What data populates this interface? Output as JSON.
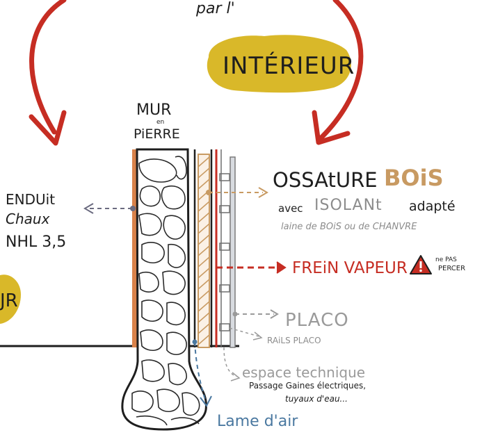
{
  "colors": {
    "arrow_red": "#c62d23",
    "highlight_yellow": "#d9b829",
    "bois_brown": "#c89a62",
    "isolant_gray": "#8c8c8c",
    "lame_blue": "#4a78a0",
    "ink": "#1e1e1e"
  },
  "top_label": "par l'",
  "interior_label": "INTÉRIEUR",
  "wall": {
    "title": "MUR",
    "title_small": "en",
    "title_2": "PiERRE"
  },
  "enduit": {
    "line1": "ENDUit",
    "line2": "Chaux",
    "line3": "NHL 3,5"
  },
  "ossature": {
    "word": "OSSAtURE",
    "bois": "BOiS",
    "avec": "avec",
    "isolant": "ISOLANt",
    "adapte": "adapté",
    "line3": "laine de BOiS ou de CHANVRE"
  },
  "frein": {
    "label": "FREiN VAPEUR",
    "warn_line1": "ne PAS",
    "warn_line2": "PERCER",
    "warning_icon": "warning-triangle"
  },
  "placo": {
    "label": "PLACO",
    "rails": "RAiLS PLACO"
  },
  "espace": {
    "title": "espace technique",
    "line1": "Passage Gaines électriques,",
    "line2": "tuyaux d'eau..."
  },
  "lame": "Lame d'air",
  "left_fragment": "JR"
}
